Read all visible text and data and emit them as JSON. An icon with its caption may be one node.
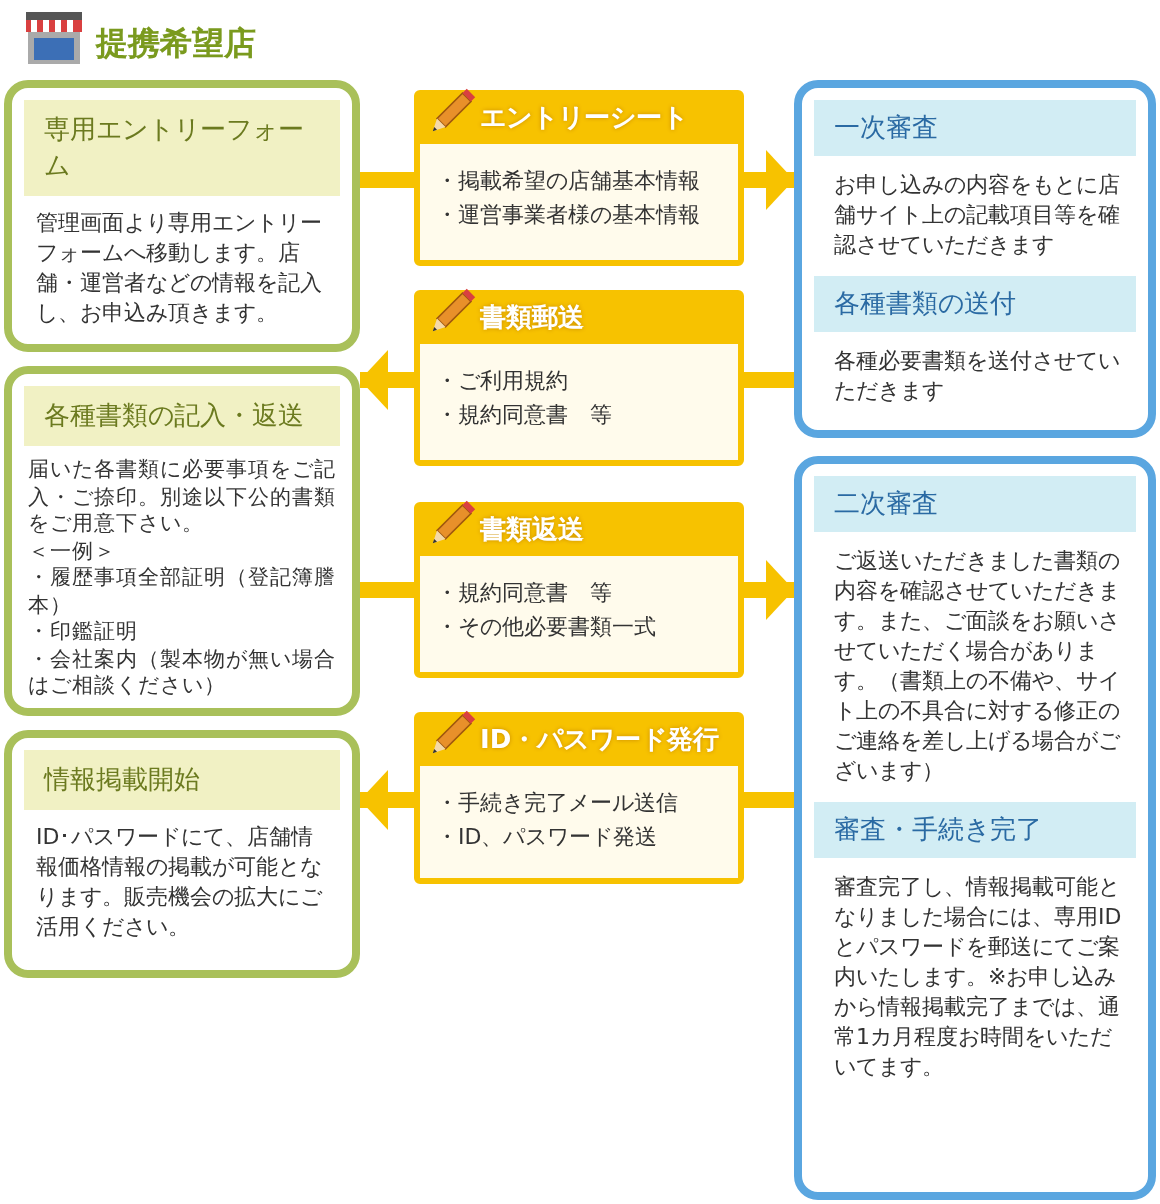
{
  "diagram": {
    "nodes": [
      {
        "text": [
          "専用エントリーフォーム",
          "管理画面より専用エントリーフォームへ移動します。店舗・運営者などの情報を記入し、お申込み頂きます。"
        ]
      },
      {
        "text": [
          "各種書類の記入・返送",
          "届いた各書類に必要事項をご記入・ご捺印。別途以下公的書類をご用意下さい。",
          "＜一例＞",
          "・履歴事項全部証明（登記簿謄本）",
          "・印鑑証明",
          "・会社案内（製本物が無い場合はご相談ください）"
        ]
      },
      {
        "text": [
          "情報掲載開始",
          "ID･パスワードにて、店舗情報価格情報の掲載が可能となります。販売機会の拡大にご活用ください。"
        ]
      },
      {
        "text": [
          "エントリーシート",
          "・掲載希望の店舗基本情報",
          "・運営事業者様の基本情報"
        ]
      },
      {
        "text": [
          "書類郵送",
          "・ご利用規約",
          "・規約同意書　等"
        ]
      },
      {
        "text": [
          "書類返送",
          "・規約同意書　等",
          "・その他必要書類一式"
        ]
      },
      {
        "text": [
          "ID・パスワード発行",
          "・手続き完了メール送信",
          "・ID、パスワード発送"
        ]
      },
      {
        "text": [
          "一次審査",
          "お申し込みの内容をもとに店舗サイト上の記載項目等を確認させていただきます",
          "各種書類の送付",
          "各種必要書類を送付させていただきます"
        ]
      },
      {
        "text": [
          "二次審査",
          "ご返送いただきました書類の内容を確認させていただきます。また、ご面談をお願いさせていただく場合があります。（書類上の不備や、サイト上の不具合に対する修正のご連絡を差し上げる場合がございます）",
          "審査・手続き完了",
          "審査完了し、情報掲載可能となりました場合には、専用IDとパスワードを郵送にてご案内いたします。※お申し込みから情報掲載完了までは、通常1カ月程度お時間をいただいてます。"
        ]
      }
    ],
    "edges": [
      {
        "from": 0,
        "to": 3,
        "arrow": "none"
      },
      {
        "from": 3,
        "to": 7,
        "arrow": "to"
      },
      {
        "from": 7,
        "to": 4,
        "arrow": "none"
      },
      {
        "from": 4,
        "to": 1,
        "arrow": "to"
      },
      {
        "from": 1,
        "to": 5,
        "arrow": "none"
      },
      {
        "from": 5,
        "to": 8,
        "arrow": "to"
      },
      {
        "from": 8,
        "to": 6,
        "arrow": "none"
      },
      {
        "from": 6,
        "to": 2,
        "arrow": "to"
      }
    ],
    "labels": [
      "提携希望店"
    ]
  }
}
